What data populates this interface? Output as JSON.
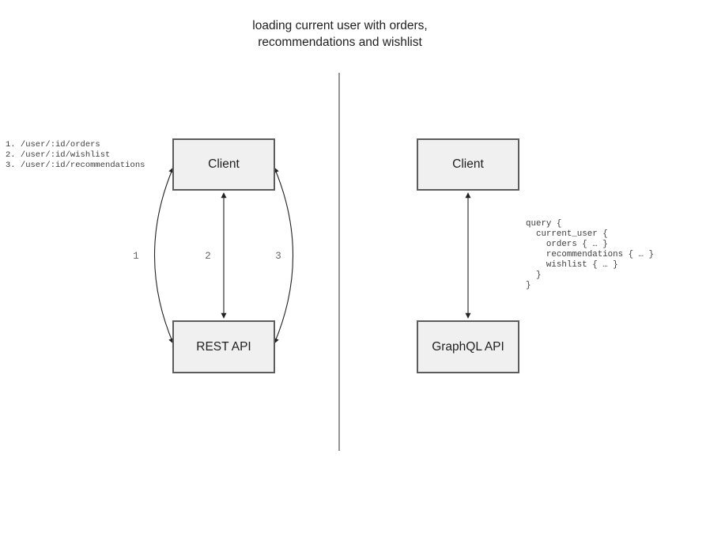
{
  "title": "loading current user with orders,\nrecommendations and wishlist",
  "rest_panel": {
    "endpoint_list": "1. /user/:id/orders\n2. /user/:id/wishlist\n3. /user/:id/recommendations",
    "client_box_label": "Client",
    "api_box_label": "REST API",
    "arrow_labels": [
      "1",
      "2",
      "3"
    ]
  },
  "graphql_panel": {
    "client_box_label": "Client",
    "api_box_label": "GraphQL API",
    "query_code": "query {\n  current_user {\n    orders { … }\n    recommendations { … }\n    wishlist { … }\n  }\n}"
  },
  "colors": {
    "box_fill": "#f0f0f0",
    "box_border": "#5c5c5c",
    "arrow": "#222222",
    "divider": "#7a7a7a",
    "label": "#666666",
    "code": "#3d3d3d",
    "title": "#1f1f1f"
  }
}
